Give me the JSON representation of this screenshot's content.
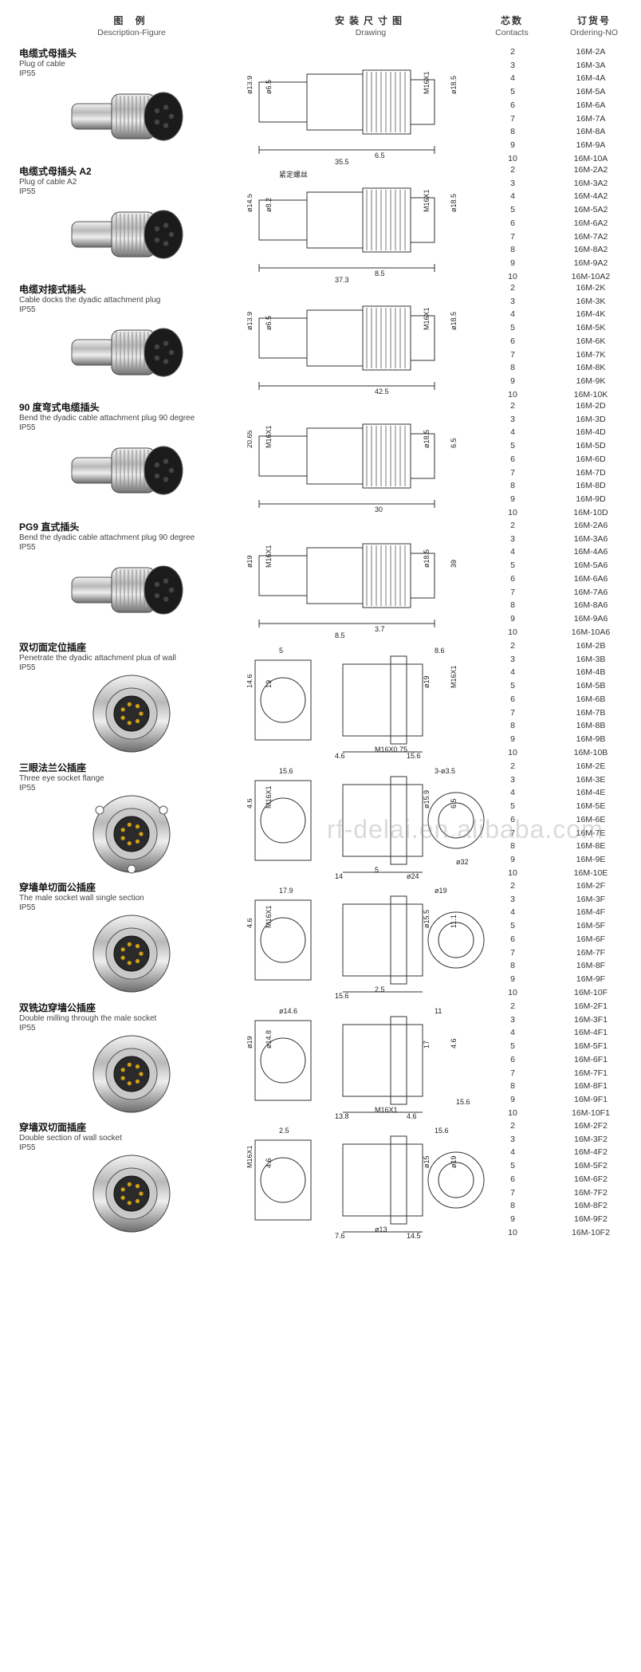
{
  "header": {
    "figure_zh": "图 例",
    "figure_en": "Description-Figure",
    "drawing_zh": "安装尺寸图",
    "drawing_en": "Drawing",
    "contacts_zh": "芯数",
    "contacts_en": "Contacts",
    "ordering_zh": "订货号",
    "ordering_en": "Ordering-NO"
  },
  "watermark": "rf-delai.en.alibaba.com",
  "sections": [
    {
      "title": "电缆式母插头",
      "en": "Plug of cable",
      "ip": "IP55",
      "rows": [
        [
          "2",
          "16M-2A"
        ],
        [
          "3",
          "16M-3A"
        ],
        [
          "4",
          "16M-4A"
        ],
        [
          "5",
          "16M-5A"
        ],
        [
          "6",
          "16M-6A"
        ],
        [
          "7",
          "16M-7A"
        ],
        [
          "8",
          "16M-8A"
        ],
        [
          "9",
          "16M-9A"
        ],
        [
          "10",
          "16M-10A"
        ]
      ],
      "dims": [
        "ø13.9",
        "ø6.5",
        "M16X1",
        "ø18.5",
        "6.5",
        "35.5"
      ]
    },
    {
      "title": "电缆式母插头 A2",
      "en": "Plug of cable A2",
      "ip": "IP55",
      "rows": [
        [
          "2",
          "16M-2A2"
        ],
        [
          "3",
          "16M-3A2"
        ],
        [
          "4",
          "16M-4A2"
        ],
        [
          "5",
          "16M-5A2"
        ],
        [
          "6",
          "16M-6A2"
        ],
        [
          "7",
          "16M-7A2"
        ],
        [
          "8",
          "16M-8A2"
        ],
        [
          "9",
          "16M-9A2"
        ],
        [
          "10",
          "16M-10A2"
        ]
      ],
      "dims": [
        "ø14.5",
        "ø8.2",
        "M16X1",
        "ø18.5",
        "8.5",
        "37.3",
        "紧定螺丝"
      ]
    },
    {
      "title": "电缆对接式插头",
      "en": "Cable docks the dyadic attachment plug",
      "ip": "IP55",
      "rows": [
        [
          "2",
          "16M-2K"
        ],
        [
          "3",
          "16M-3K"
        ],
        [
          "4",
          "16M-4K"
        ],
        [
          "5",
          "16M-5K"
        ],
        [
          "6",
          "16M-6K"
        ],
        [
          "7",
          "16M-7K"
        ],
        [
          "8",
          "16M-8K"
        ],
        [
          "9",
          "16M-9K"
        ],
        [
          "10",
          "16M-10K"
        ]
      ],
      "dims": [
        "ø13.9",
        "ø6.5",
        "M16X1",
        "ø18.5",
        "42.5"
      ]
    },
    {
      "title": "90 度弯式电缆插头",
      "en": "Bend the dyadic cable attachment plug 90 degree",
      "ip": "IP55",
      "rows": [
        [
          "2",
          "16M-2D"
        ],
        [
          "3",
          "16M-3D"
        ],
        [
          "4",
          "16M-4D"
        ],
        [
          "5",
          "16M-5D"
        ],
        [
          "6",
          "16M-6D"
        ],
        [
          "7",
          "16M-7D"
        ],
        [
          "8",
          "16M-8D"
        ],
        [
          "9",
          "16M-9D"
        ],
        [
          "10",
          "16M-10D"
        ]
      ],
      "dims": [
        "20.65",
        "M16X1",
        "ø18.5",
        "6.5",
        "30"
      ]
    },
    {
      "title": "PG9 直式插头",
      "en": "Bend the dyadic cable attachment plug 90 degree",
      "ip": "IP55",
      "rows": [
        [
          "2",
          "16M-2A6"
        ],
        [
          "3",
          "16M-3A6"
        ],
        [
          "4",
          "16M-4A6"
        ],
        [
          "5",
          "16M-5A6"
        ],
        [
          "6",
          "16M-6A6"
        ],
        [
          "7",
          "16M-7A6"
        ],
        [
          "8",
          "16M-8A6"
        ],
        [
          "9",
          "16M-9A6"
        ],
        [
          "10",
          "16M-10A6"
        ]
      ],
      "dims": [
        "ø19",
        "M16X1",
        "ø18.5",
        "39",
        "3.7",
        "8.5"
      ]
    },
    {
      "title": "双切面定位插座",
      "en": "Penetrate the dyadic attachment plua of wall",
      "ip": "IP55",
      "rows": [
        [
          "2",
          "16M-2B"
        ],
        [
          "3",
          "16M-3B"
        ],
        [
          "4",
          "16M-4B"
        ],
        [
          "5",
          "16M-5B"
        ],
        [
          "6",
          "16M-6B"
        ],
        [
          "7",
          "16M-7B"
        ],
        [
          "8",
          "16M-8B"
        ],
        [
          "9",
          "16M-9B"
        ],
        [
          "10",
          "16M-10B"
        ]
      ],
      "dims": [
        "14.6",
        "19",
        "ø19",
        "M16X1",
        "M16X0.75",
        "4.6",
        "5",
        "8.6",
        "15.6"
      ]
    },
    {
      "title": "三眼法兰公插座",
      "en": "Three eye socket flange",
      "ip": "IP55",
      "rows": [
        [
          "2",
          "16M-2E"
        ],
        [
          "3",
          "16M-3E"
        ],
        [
          "4",
          "16M-4E"
        ],
        [
          "5",
          "16M-5E"
        ],
        [
          "6",
          "16M-6E"
        ],
        [
          "7",
          "16M-7E"
        ],
        [
          "8",
          "16M-8E"
        ],
        [
          "9",
          "16M-9E"
        ],
        [
          "10",
          "16M-10E"
        ]
      ],
      "dims": [
        "4.6",
        "M16X1",
        "ø15.9",
        "6.5",
        "5",
        "14",
        "15.6",
        "3-ø3.5",
        "ø24",
        "ø32"
      ]
    },
    {
      "title": "穿墙单切面公插座",
      "en": "The male socket wall single section",
      "ip": "IP55",
      "rows": [
        [
          "2",
          "16M-2F"
        ],
        [
          "3",
          "16M-3F"
        ],
        [
          "4",
          "16M-4F"
        ],
        [
          "5",
          "16M-5F"
        ],
        [
          "6",
          "16M-6F"
        ],
        [
          "7",
          "16M-7F"
        ],
        [
          "8",
          "16M-8F"
        ],
        [
          "9",
          "16M-9F"
        ],
        [
          "10",
          "16M-10F"
        ]
      ],
      "dims": [
        "4.6",
        "M16X1",
        "ø15.5",
        "11.1",
        "2.5",
        "15.6",
        "17.9",
        "ø19"
      ]
    },
    {
      "title": "双铣边穿墙公插座",
      "en": "Double milling through the male socket",
      "ip": "IP55",
      "rows": [
        [
          "2",
          "16M-2F1"
        ],
        [
          "3",
          "16M-3F1"
        ],
        [
          "4",
          "16M-4F1"
        ],
        [
          "5",
          "16M-5F1"
        ],
        [
          "6",
          "16M-6F1"
        ],
        [
          "7",
          "16M-7F1"
        ],
        [
          "8",
          "16M-8F1"
        ],
        [
          "9",
          "16M-9F1"
        ],
        [
          "10",
          "16M-10F1"
        ]
      ],
      "dims": [
        "ø19",
        "ø14.8",
        "17",
        "4.6",
        "M16X1",
        "13.8",
        "ø14.6",
        "11",
        "4.6",
        "15.6"
      ]
    },
    {
      "title": "穿墙双切面插座",
      "en": "Double section of wall socket",
      "ip": "IP55",
      "rows": [
        [
          "2",
          "16M-2F2"
        ],
        [
          "3",
          "16M-3F2"
        ],
        [
          "4",
          "16M-4F2"
        ],
        [
          "5",
          "16M-5F2"
        ],
        [
          "6",
          "16M-6F2"
        ],
        [
          "7",
          "16M-7F2"
        ],
        [
          "8",
          "16M-8F2"
        ],
        [
          "9",
          "16M-9F2"
        ],
        [
          "10",
          "16M-10F2"
        ]
      ],
      "dims": [
        "M16X1",
        "4.6",
        "ø15",
        "ø19",
        "ø13",
        "7.6",
        "2.5",
        "15.6",
        "14.5"
      ]
    }
  ]
}
